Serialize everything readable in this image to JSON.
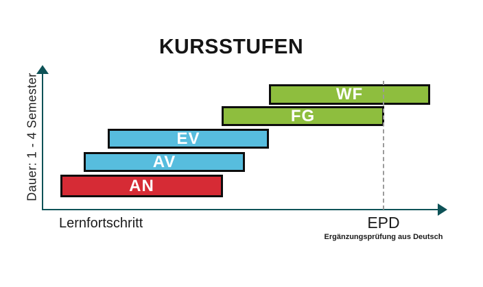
{
  "title": "KURSSTUFEN",
  "colors": {
    "axis": "#0d5257",
    "bar_border": "#0d0d0d",
    "red": "#d62b35",
    "blue": "#57bdde",
    "green": "#8ebe3e",
    "dashed_line": "#9a9a9a",
    "text": "#1a1a1a"
  },
  "y_axis": {
    "label": "Dauer: 1 - 4 Semester"
  },
  "x_axis": {
    "label": "Lernfortschritt",
    "marker": "EPD",
    "marker_subtitle": "Ergänzungsprüfung aus Deutsch"
  },
  "chart_data": {
    "type": "bar",
    "variant": "horizontal-staircase-gantt",
    "title": "KURSSTUFEN",
    "xlabel": "Lernfortschritt",
    "ylabel": "Dauer: 1 - 4 Semester",
    "x_range_units": [
      0,
      10
    ],
    "grid": false,
    "legend": "none",
    "bars": [
      {
        "label": "AN",
        "row": 1,
        "x_start": 0.4,
        "x_end": 4.5,
        "color": "#d62b35"
      },
      {
        "label": "AV",
        "row": 2,
        "x_start": 1.0,
        "x_end": 5.0,
        "color": "#57bdde"
      },
      {
        "label": "EV",
        "row": 3,
        "x_start": 1.6,
        "x_end": 5.6,
        "color": "#57bdde"
      },
      {
        "label": "FG",
        "row": 4,
        "x_start": 4.5,
        "x_end": 8.5,
        "color": "#8ebe3e"
      },
      {
        "label": "WF",
        "row": 5,
        "x_start": 5.6,
        "x_end": 9.6,
        "color": "#8ebe3e"
      }
    ],
    "annotations": [
      {
        "type": "vline-dashed",
        "x": 8.5,
        "label": "EPD",
        "sublabel": "Ergänzungsprüfung aus Deutsch"
      }
    ]
  }
}
